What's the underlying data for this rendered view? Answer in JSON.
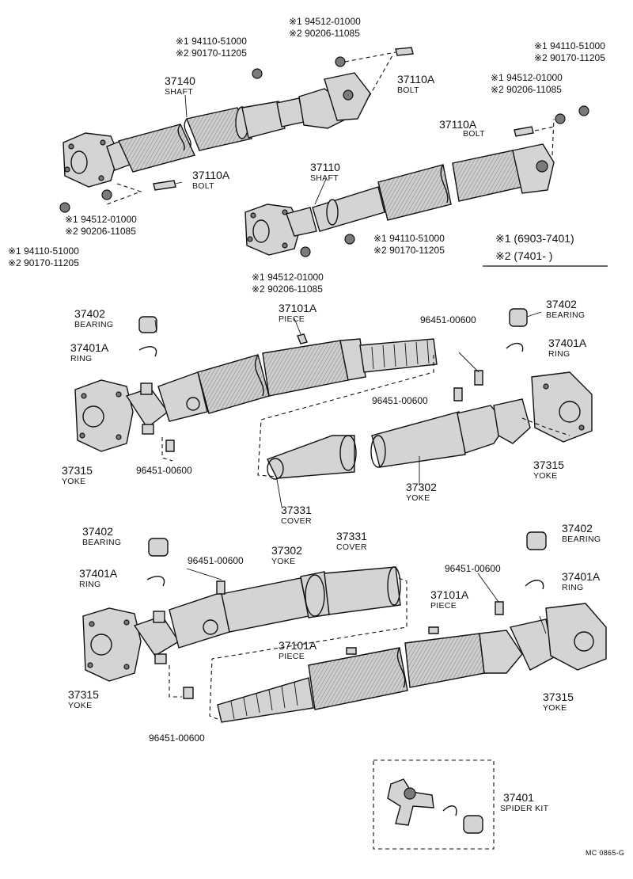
{
  "range_legend": {
    "m1": "※1 (6903-7401)",
    "m2": "※2 (7401-     )"
  },
  "section_top": {
    "shaft_37140": {
      "num": "37140",
      "name": "SHAFT"
    },
    "shaft_37110": {
      "num": "37110",
      "name": "SHAFT"
    },
    "bolt_a": {
      "num": "37110A",
      "name": "BOLT"
    },
    "bolt_b": {
      "num": "37110A",
      "name": "BOLT"
    },
    "bolt_c": {
      "num": "37110A",
      "name": "BOLT"
    },
    "callout_1": {
      "l1": "※1 94512-01000",
      "l2": "※2 90206-11085"
    },
    "callout_2": {
      "l1": "※1 94110-51000",
      "l2": "※2 90170-11205"
    },
    "callout_3": {
      "l1": "※1 94110-51000",
      "l2": "※2 90170-11205"
    },
    "callout_4": {
      "l1": "※1 94512-01000",
      "l2": "※2 90206-11085"
    },
    "callout_5": {
      "l1": "※1 94512-01000",
      "l2": "※2 90206-11085"
    },
    "callout_6": {
      "l1": "※1 94110-51000",
      "l2": "※2 90170-11205"
    },
    "callout_7": {
      "l1": "※1 94110-51000",
      "l2": "※2 90170-11205"
    },
    "callout_8": {
      "l1": "※1 94512-01000",
      "l2": "※2 90206-11085"
    }
  },
  "section_mid": {
    "bearing_l": {
      "num": "37402",
      "name": "BEARING"
    },
    "bearing_r": {
      "num": "37402",
      "name": "BEARING"
    },
    "ring_l": {
      "num": "37401A",
      "name": "RING"
    },
    "ring_r": {
      "num": "37401A",
      "name": "RING"
    },
    "piece": {
      "num": "37101A",
      "name": "PIECE"
    },
    "fitting_1": "96451-00600",
    "fitting_2": "96451-00600",
    "fitting_3": "96451-00600",
    "yoke_l": {
      "num": "37315",
      "name": "YOKE"
    },
    "yoke_r": {
      "num": "37315",
      "name": "YOKE"
    },
    "yoke_302": {
      "num": "37302",
      "name": "YOKE"
    },
    "cover": {
      "num": "37331",
      "name": "COVER"
    }
  },
  "section_bot": {
    "bearing_l": {
      "num": "37402",
      "name": "BEARING"
    },
    "bearing_r": {
      "num": "37402",
      "name": "BEARING"
    },
    "ring_l": {
      "num": "37401A",
      "name": "RING"
    },
    "ring_r": {
      "num": "37401A",
      "name": "RING"
    },
    "fitting_1": "96451-00600",
    "fitting_2": "96451-00600",
    "fitting_3": "96451-00600",
    "yoke_302": {
      "num": "37302",
      "name": "YOKE"
    },
    "cover": {
      "num": "37331",
      "name": "COVER"
    },
    "piece_1": {
      "num": "37101A",
      "name": "PIECE"
    },
    "piece_2": {
      "num": "37101A",
      "name": "PIECE"
    },
    "yoke_l": {
      "num": "37315",
      "name": "YOKE"
    },
    "yoke_r": {
      "num": "37315",
      "name": "YOKE"
    }
  },
  "spider_kit": {
    "num": "37401",
    "name": "SPIDER KIT"
  },
  "drawing_code": "MC 0865-G"
}
